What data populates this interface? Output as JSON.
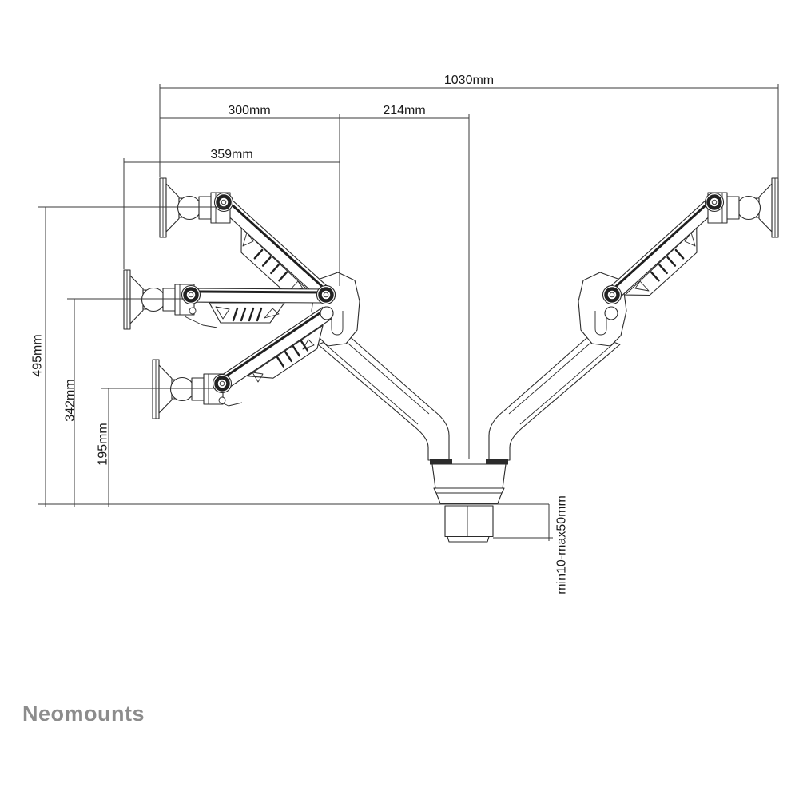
{
  "page": {
    "background": "#ffffff"
  },
  "brand": {
    "logo_text": "Neomounts",
    "logo_color": "#8c8c8c"
  },
  "drawing": {
    "type": "technical-dimension-drawing",
    "subject": "dual-monitor desk mount arm, side view, three height positions",
    "line_color": "#2b2b2b",
    "text_color": "#1a1a1a",
    "labels": {
      "total_width": "1030mm",
      "upper_arm_reach": "300mm",
      "lower_arm_reach": "214mm",
      "extended_reach": "359mm",
      "height_max": "495mm",
      "height_mid": "342mm",
      "height_min": "195mm",
      "clamp_thickness": "min10-max50mm"
    }
  }
}
